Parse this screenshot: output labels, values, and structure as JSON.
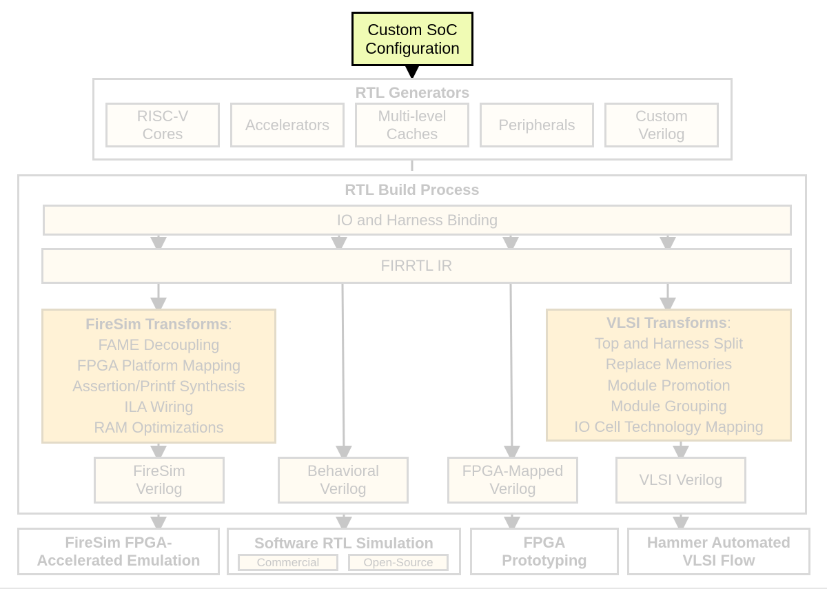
{
  "config": {
    "line1": "Custom SoC",
    "line2": "Configuration"
  },
  "generators": {
    "title": "RTL Generators",
    "items": [
      {
        "line1": "RISC-V",
        "line2": "Cores"
      },
      {
        "line1": "Accelerators",
        "line2": ""
      },
      {
        "line1": "Multi-level",
        "line2": "Caches"
      },
      {
        "line1": "Peripherals",
        "line2": ""
      },
      {
        "line1": "Custom",
        "line2": "Verilog"
      }
    ]
  },
  "build": {
    "title": "RTL Build Process",
    "io_binding": "IO and Harness Binding",
    "firrtl": "FIRRTL IR",
    "firesim_transforms": {
      "title": "FireSim Transforms",
      "items": [
        "FAME Decoupling",
        "FPGA Platform Mapping",
        "Assertion/Printf Synthesis",
        "ILA Wiring",
        "RAM Optimizations"
      ]
    },
    "vlsi_transforms": {
      "title": "VLSI Transforms",
      "items": [
        "Top and Harness Split",
        "Replace Memories",
        "Module Promotion",
        "Module Grouping",
        "IO Cell Technology Mapping"
      ]
    },
    "outputs": [
      {
        "line1": "FireSim",
        "line2": "Verilog"
      },
      {
        "line1": "Behavioral",
        "line2": "Verilog"
      },
      {
        "line1": "FPGA-Mapped",
        "line2": "Verilog"
      },
      {
        "line1": "VLSI Verilog",
        "line2": ""
      }
    ]
  },
  "targets": {
    "firesim": {
      "line1": "FireSim FPGA-",
      "line2": "Accelerated Emulation"
    },
    "software_sim": {
      "title": "Software RTL Simulation",
      "commercial": "Commercial",
      "open_source": "Open-Source"
    },
    "fpga_proto": {
      "line1": "FPGA",
      "line2": "Prototyping"
    },
    "hammer": {
      "line1": "Hammer Automated",
      "line2": "VLSI Flow"
    }
  },
  "colors": {
    "config_fill": "#f0fbb4",
    "faded_border": "#d9d9d9",
    "faded_text": "#c8c8c8",
    "transform_fill": "#fff2d6",
    "cream_fill": "#fffbf2"
  }
}
